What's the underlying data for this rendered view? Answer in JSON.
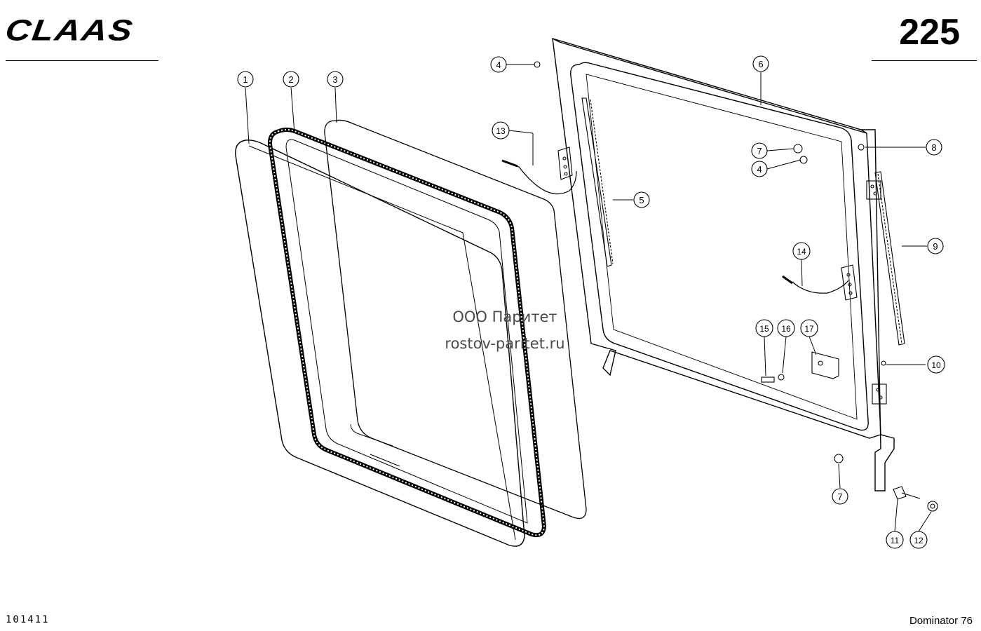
{
  "header": {
    "brand": "CLAAS",
    "page_number": "225"
  },
  "footer": {
    "doc_code": "101411",
    "model": "Dominator 76"
  },
  "watermark": {
    "line1": "ООО Паритет",
    "line2": "rostov-paritet.ru"
  },
  "callouts": [
    "1",
    "2",
    "3",
    "4",
    "5",
    "6",
    "7",
    "4",
    "7",
    "8",
    "9",
    "10",
    "11",
    "12",
    "13",
    "14",
    "15",
    "16",
    "17"
  ]
}
